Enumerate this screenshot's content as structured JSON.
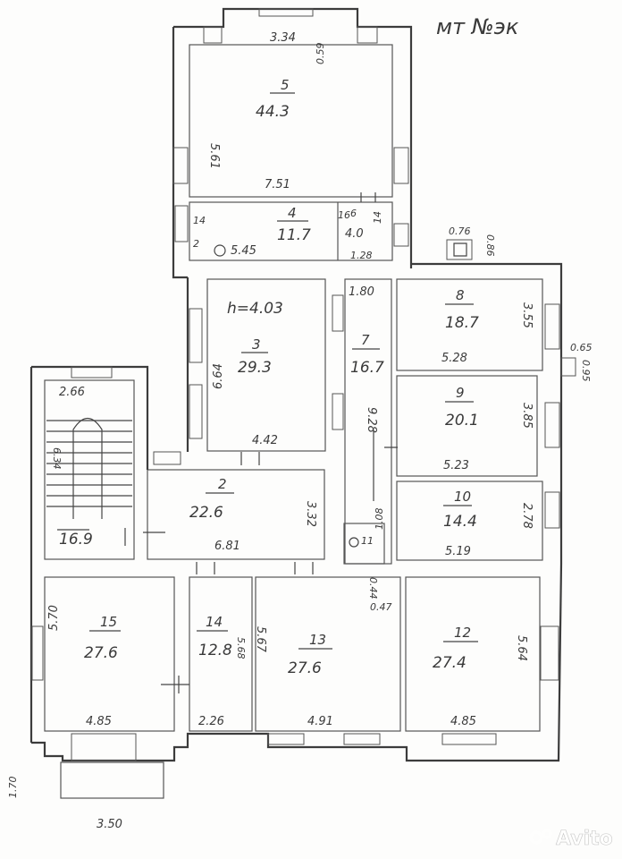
{
  "header": {
    "note": "мт №эк"
  },
  "rooms": [
    {
      "num": "5",
      "area": "44.3"
    },
    {
      "num": "4",
      "area": "11.7"
    },
    {
      "num": "6",
      "area": "4.0"
    },
    {
      "num": "3",
      "area": "29.3",
      "height": "h=4.03"
    },
    {
      "num": "7",
      "area": "16.7"
    },
    {
      "num": "8",
      "area": "18.7"
    },
    {
      "num": "9",
      "area": "20.1"
    },
    {
      "num": "10",
      "area": "14.4"
    },
    {
      "num": "2",
      "area": "22.6"
    },
    {
      "num": "11",
      "area": ""
    },
    {
      "num": "",
      "area": "16.9"
    },
    {
      "num": "15",
      "area": "27.6"
    },
    {
      "num": "14",
      "area": "12.8"
    },
    {
      "num": "13",
      "area": "27.6"
    },
    {
      "num": "12",
      "area": "27.4"
    }
  ],
  "dims": {
    "d_334": "3.34",
    "d_059": "0.59",
    "d_561": "5.61",
    "d_751": "7.51",
    "d_14a": "14",
    "d_14b": "14",
    "d_2": "2",
    "d_545": "5.45",
    "d_16": "16",
    "d_128": "1.28",
    "d_076": "0.76",
    "d_086": "0.86",
    "d_180": "1.80",
    "d_664": "6.64",
    "d_442": "4.42",
    "d_928": "9.28",
    "d_355": "3.55",
    "d_528": "5.28",
    "d_065": "0.65",
    "d_095": "0.95",
    "d_385": "3.85",
    "d_523": "5.23",
    "d_278": "2.78",
    "d_519": "5.19",
    "d_266": "2.66",
    "d_634": "6.34",
    "d_332": "3.32",
    "d_681": "6.81",
    "d_108": "1.08",
    "d_044": "0.44",
    "d_047": "0.47",
    "d_570": "5.70",
    "d_485a": "4.85",
    "d_568": "5.68",
    "d_226": "2.26",
    "d_567": "5.67",
    "d_491": "4.91",
    "d_564": "5.64",
    "d_485b": "4.85",
    "d_170": "1.70",
    "d_350": "3.50"
  },
  "watermark": {
    "text": "Avito"
  }
}
